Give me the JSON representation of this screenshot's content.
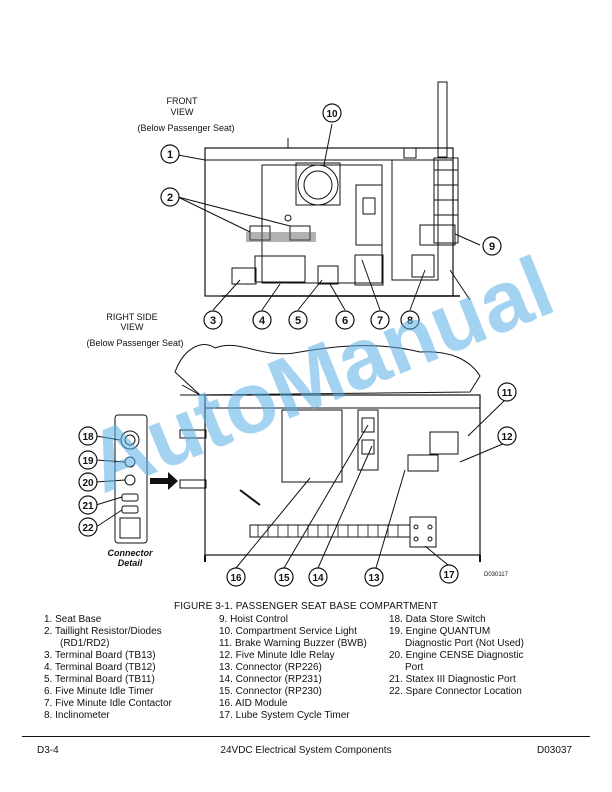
{
  "figure": {
    "front_view_label_line1": "FRONT",
    "front_view_label_line2": "VIEW",
    "front_view_label_line3": "(Below Passenger Seat)",
    "side_view_label_line1": "RIGHT SIDE",
    "side_view_label_line2": "VIEW",
    "side_view_label_line3": "(Below Passenger Seat)",
    "connector_detail_line1": "Connector",
    "connector_detail_line2": "Detail",
    "drawing_id": "D030117",
    "callouts_front": [
      "1",
      "2",
      "3",
      "4",
      "5",
      "6",
      "7",
      "8",
      "9",
      "10"
    ],
    "callouts_side": [
      "11",
      "12",
      "13",
      "14",
      "15",
      "16",
      "17"
    ],
    "callouts_connector": [
      "18",
      "19",
      "20",
      "21",
      "22"
    ]
  },
  "caption": "FIGURE 3-1. PASSENGER SEAT BASE COMPARTMENT",
  "legend": {
    "col1": [
      "1. Seat Base",
      "2. Taillight Resistor/Diodes",
      "(RD1/RD2)",
      "3. Terminal Board (TB13)",
      "4. Terminal Board (TB12)",
      "5. Terminal Board (TB11)",
      "6. Five Minute Idle Timer",
      "7. Five Minute Idle Contactor",
      "8. Inclinometer"
    ],
    "col2": [
      "9. Hoist Control",
      "10. Compartment Service Light",
      "11. Brake Warning Buzzer (BWB)",
      "12. Five Minute Idle Relay",
      "13. Connector (RP226)",
      "14. Connector (RP231)",
      "15. Connector (RP230)",
      "16. AID Module",
      "17. Lube System Cycle Timer"
    ],
    "col3": [
      "18. Data Store Switch",
      "19. Engine QUANTUM",
      "Diagnostic Port (Not Used)",
      "20. Engine CENSE Diagnostic",
      "Port",
      "21. Statex III Diagnostic Port",
      "22. Spare Connector Location"
    ]
  },
  "footer": {
    "left": "D3-4",
    "center": "24VDC Electrical System Components",
    "right": "D03037"
  },
  "watermark": "AutoManual",
  "colors": {
    "watermark": "#5aafe6",
    "ink": "#111111"
  }
}
